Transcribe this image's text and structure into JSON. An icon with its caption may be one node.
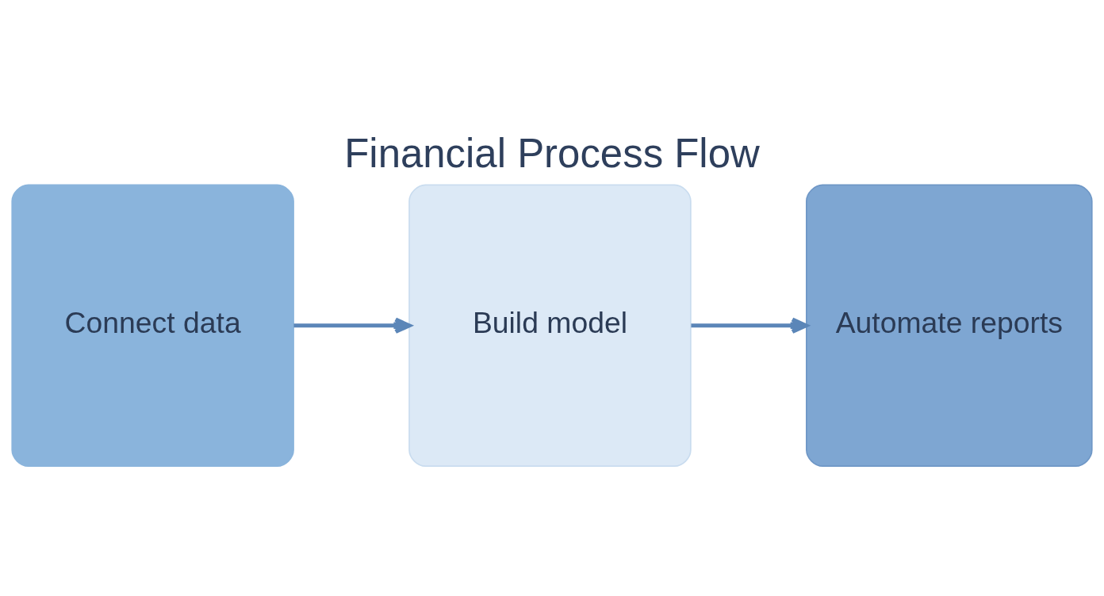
{
  "diagram": {
    "title": "Financial Process Flow",
    "nodes": [
      {
        "text": [
          "Connect data"
        ]
      },
      {
        "text": [
          "Build model"
        ]
      },
      {
        "text": [
          "Automate reports"
        ]
      }
    ],
    "edges": [
      {
        "from": 0,
        "to": 1,
        "arrow": "to"
      },
      {
        "from": 1,
        "to": 2,
        "arrow": "to"
      }
    ]
  }
}
